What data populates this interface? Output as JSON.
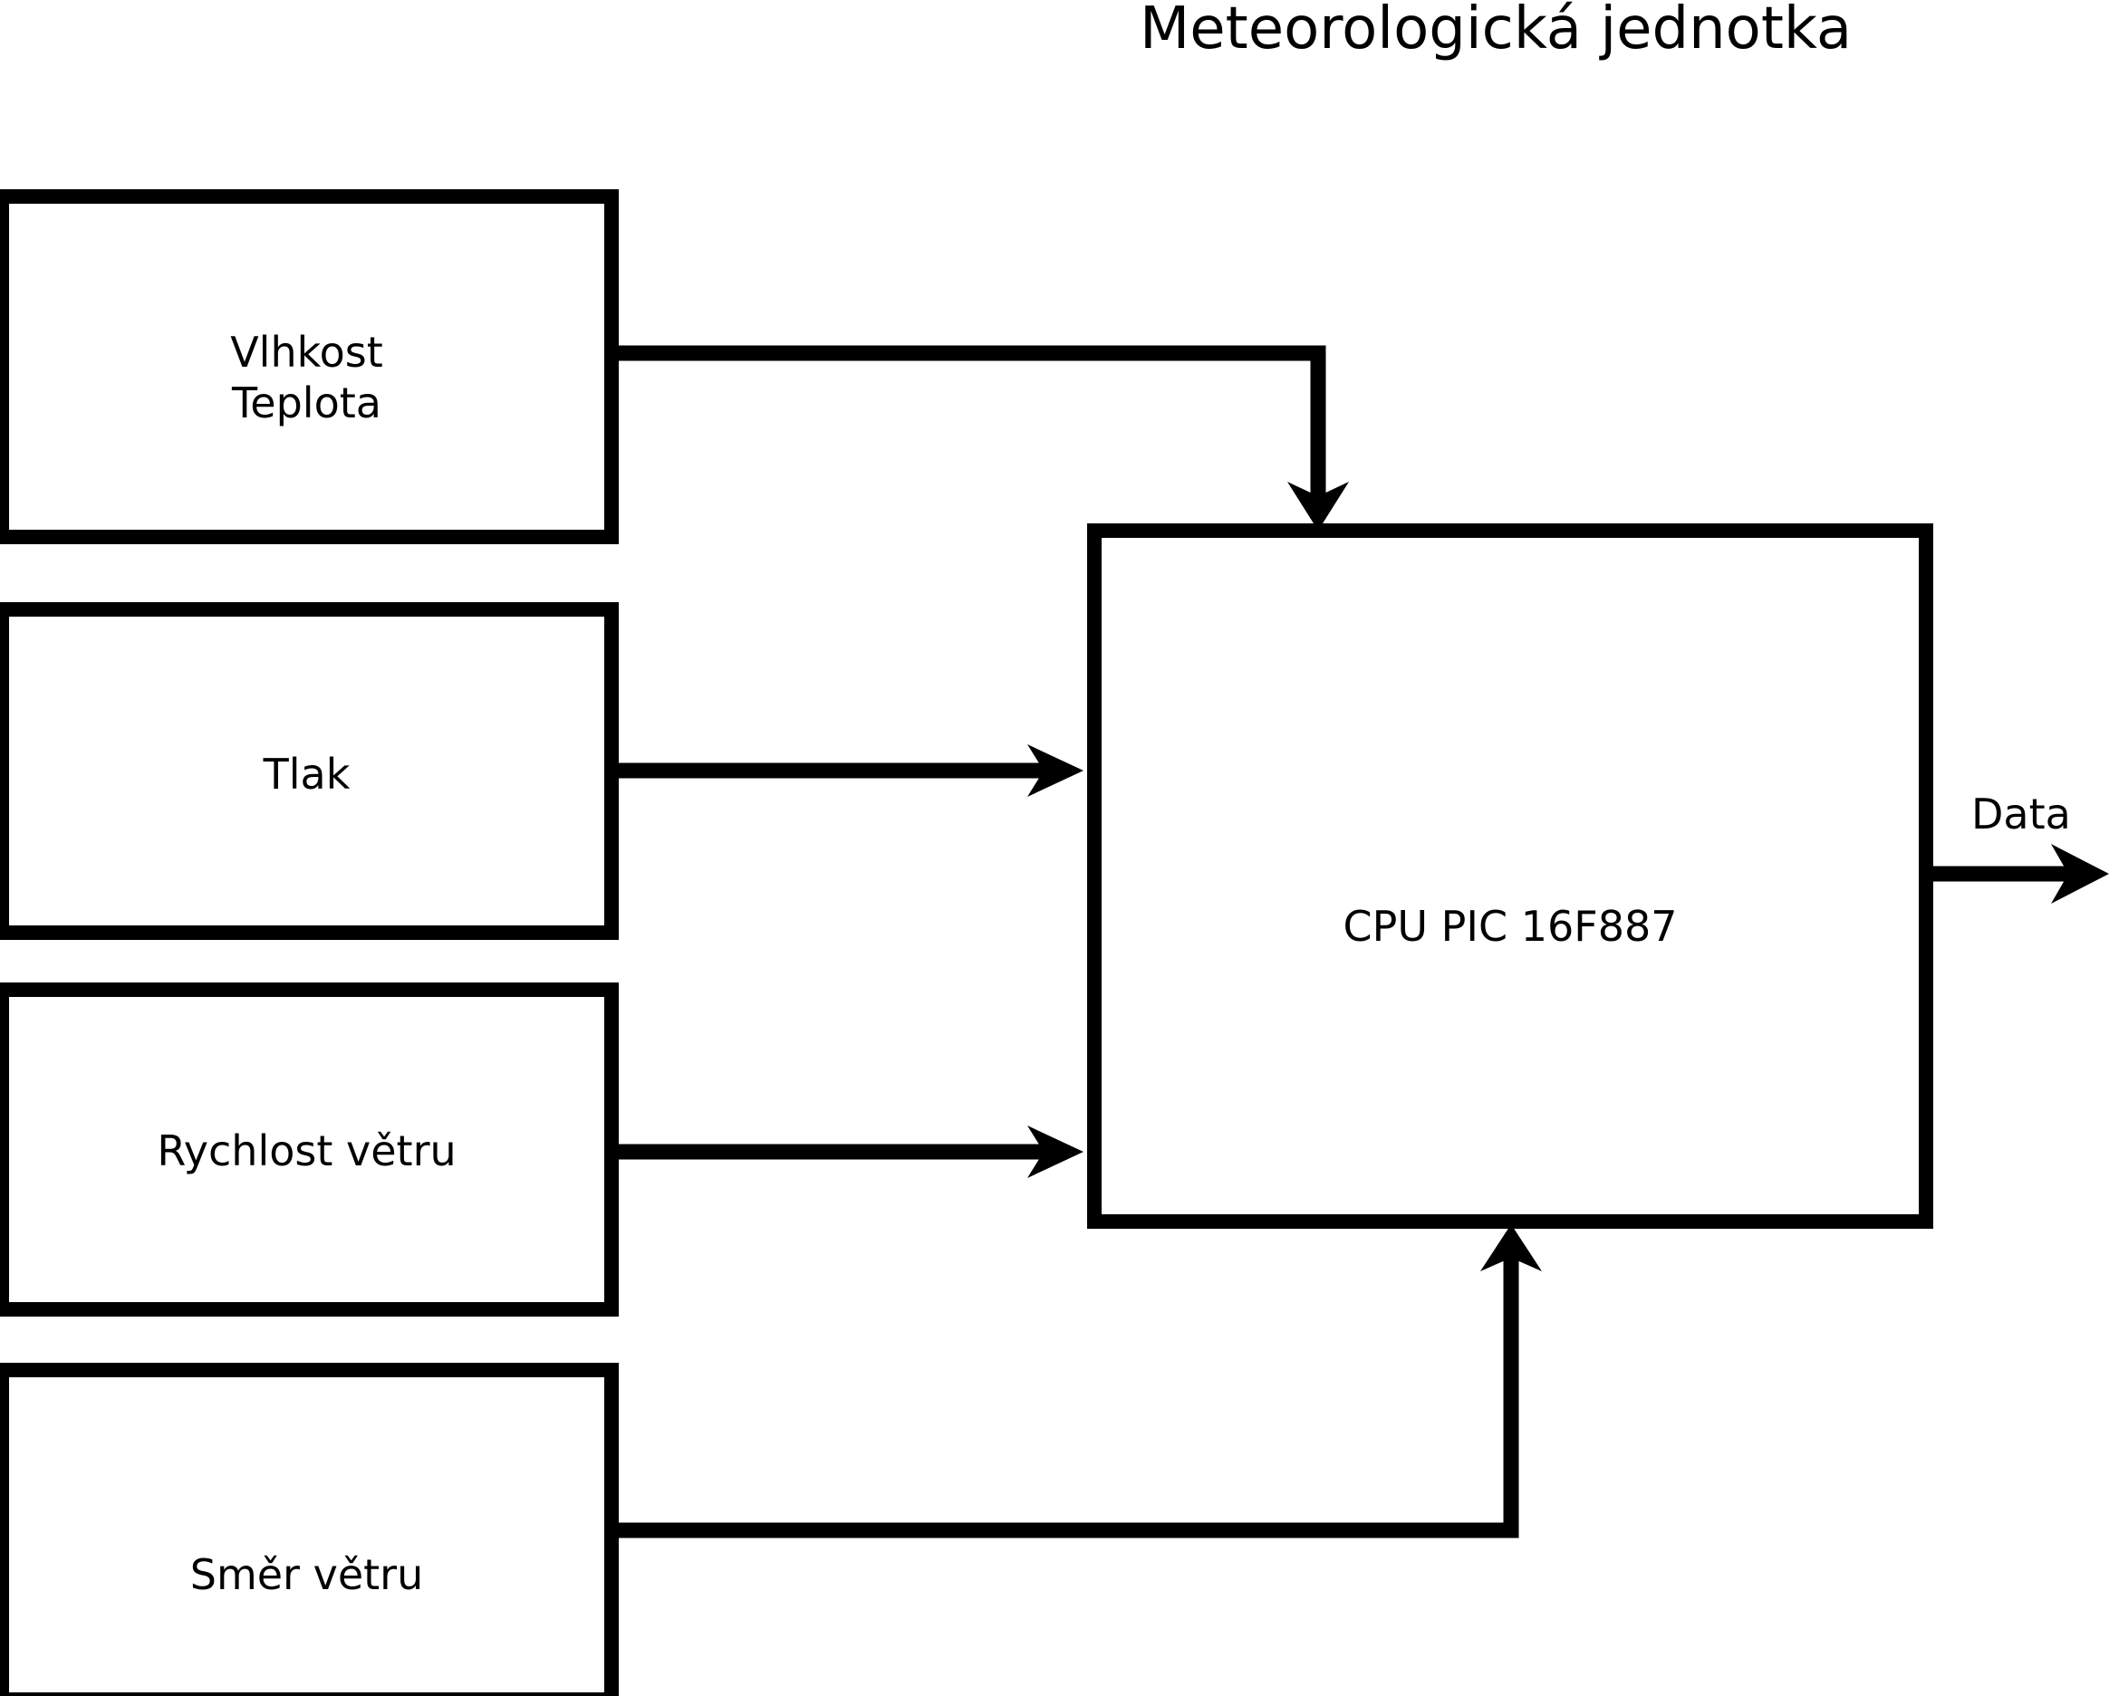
{
  "diagram": {
    "title": "Meteorologická jednotka",
    "type": "block-diagram",
    "stroke_color": "#000000",
    "fill_color": "#ffffff",
    "blocks": [
      {
        "id": "humidity-temperature",
        "label": "Vlhkost\nTeplota"
      },
      {
        "id": "pressure",
        "label": "Tlak"
      },
      {
        "id": "wind-speed",
        "label": "Rychlost větru"
      },
      {
        "id": "wind-direction",
        "label": "Směr větru"
      },
      {
        "id": "cpu",
        "label": "CPU PIC 16F887"
      }
    ],
    "connections": [
      {
        "from": "humidity-temperature",
        "to": "cpu",
        "style": "elbow-right-down",
        "arrow": "into-top"
      },
      {
        "from": "pressure",
        "to": "cpu",
        "style": "straight-right",
        "arrow": "into-left"
      },
      {
        "from": "wind-speed",
        "to": "cpu",
        "style": "straight-right",
        "arrow": "into-left"
      },
      {
        "from": "wind-direction",
        "to": "cpu",
        "style": "elbow-right-up",
        "arrow": "into-bottom"
      },
      {
        "from": "cpu",
        "to": "output",
        "style": "straight-right",
        "arrow": "outward",
        "label": "Data"
      }
    ],
    "output_label": "Data"
  }
}
